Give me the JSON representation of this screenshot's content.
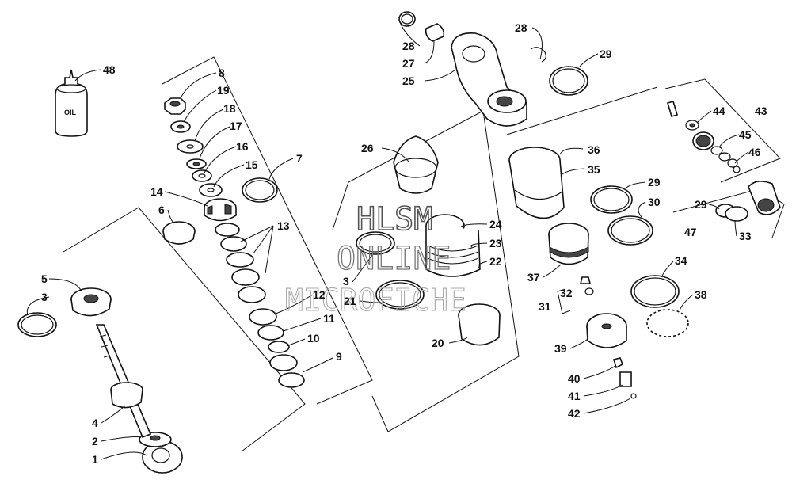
{
  "diagram": {
    "watermark": {
      "line1": "HLSM",
      "line2": "ONLINE",
      "line3": "MICROFICHE"
    },
    "oil_bottle_text": "OIL",
    "callouts": [
      {
        "id": "c1",
        "text": "1"
      },
      {
        "id": "c2",
        "text": "2"
      },
      {
        "id": "c3a",
        "text": "3"
      },
      {
        "id": "c3b",
        "text": "3"
      },
      {
        "id": "c4",
        "text": "4"
      },
      {
        "id": "c5",
        "text": "5"
      },
      {
        "id": "c6",
        "text": "6"
      },
      {
        "id": "c7",
        "text": "7"
      },
      {
        "id": "c8",
        "text": "8"
      },
      {
        "id": "c9",
        "text": "9"
      },
      {
        "id": "c10",
        "text": "10"
      },
      {
        "id": "c11",
        "text": "11"
      },
      {
        "id": "c12",
        "text": "12"
      },
      {
        "id": "c13",
        "text": "13"
      },
      {
        "id": "c14",
        "text": "14"
      },
      {
        "id": "c15",
        "text": "15"
      },
      {
        "id": "c16",
        "text": "16"
      },
      {
        "id": "c17",
        "text": "17"
      },
      {
        "id": "c18",
        "text": "18"
      },
      {
        "id": "c19",
        "text": "19"
      },
      {
        "id": "c20",
        "text": "20"
      },
      {
        "id": "c21",
        "text": "21"
      },
      {
        "id": "c22",
        "text": "22"
      },
      {
        "id": "c23",
        "text": "23"
      },
      {
        "id": "c24",
        "text": "24"
      },
      {
        "id": "c25",
        "text": "25"
      },
      {
        "id": "c26",
        "text": "26"
      },
      {
        "id": "c27",
        "text": "27"
      },
      {
        "id": "c28a",
        "text": "28"
      },
      {
        "id": "c28b",
        "text": "28"
      },
      {
        "id": "c29a",
        "text": "29"
      },
      {
        "id": "c29b",
        "text": "29"
      },
      {
        "id": "c29c",
        "text": "29"
      },
      {
        "id": "c30",
        "text": "30"
      },
      {
        "id": "c31",
        "text": "31"
      },
      {
        "id": "c32",
        "text": "32"
      },
      {
        "id": "c33",
        "text": "33"
      },
      {
        "id": "c34",
        "text": "34"
      },
      {
        "id": "c35",
        "text": "35"
      },
      {
        "id": "c36",
        "text": "36"
      },
      {
        "id": "c37",
        "text": "37"
      },
      {
        "id": "c38",
        "text": "38"
      },
      {
        "id": "c39",
        "text": "39"
      },
      {
        "id": "c40",
        "text": "40"
      },
      {
        "id": "c41",
        "text": "41"
      },
      {
        "id": "c42",
        "text": "42"
      },
      {
        "id": "c43",
        "text": "43"
      },
      {
        "id": "c44",
        "text": "44"
      },
      {
        "id": "c45",
        "text": "45"
      },
      {
        "id": "c46",
        "text": "46"
      },
      {
        "id": "c47",
        "text": "47"
      },
      {
        "id": "c48",
        "text": "48"
      }
    ]
  }
}
